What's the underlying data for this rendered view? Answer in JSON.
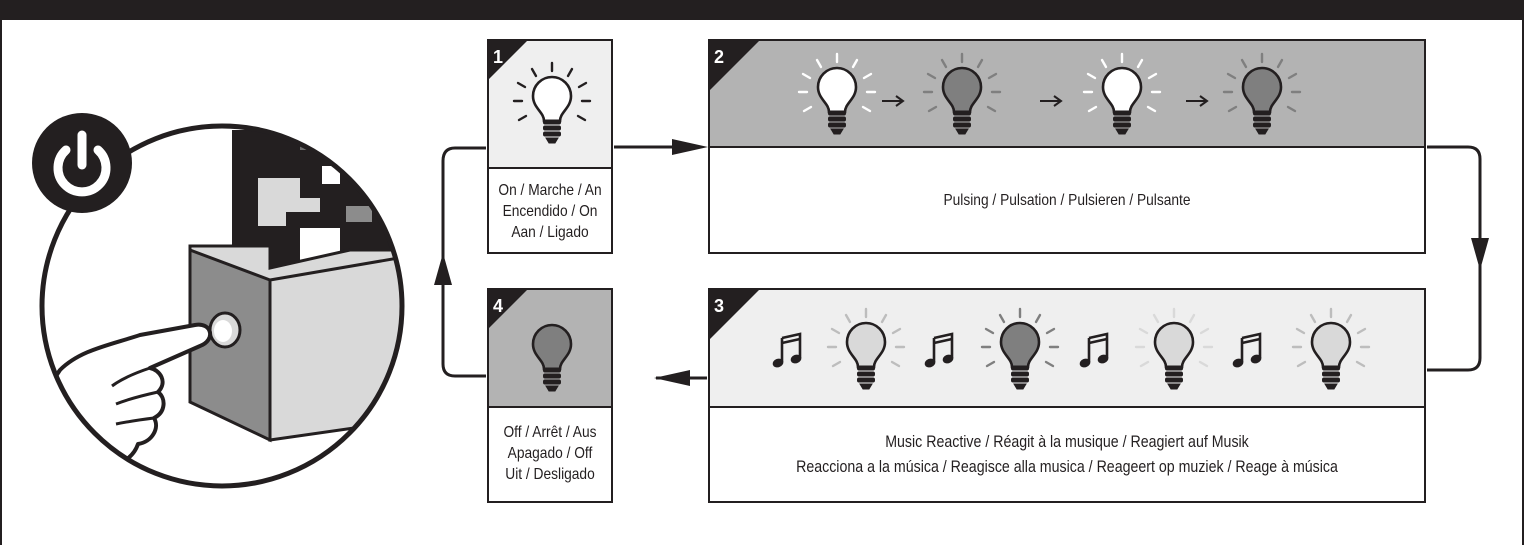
{
  "steps": [
    {
      "number": "1",
      "lines": [
        "On / Marche / An",
        "Encendido / On",
        "Aan / Ligado"
      ]
    },
    {
      "number": "2",
      "lines": [
        "Pulsing / Pulsation / Pulsieren / Pulsante"
      ]
    },
    {
      "number": "3",
      "lines": [
        "Music Reactive / Réagit à la musique / Reagiert auf Musik",
        "Reacciona a la música / Reagisce alla musica / Reageert op muziek /  Reage à música"
      ]
    },
    {
      "number": "4",
      "lines": [
        "Off / Arrêt / Aus",
        "Apagado / Off",
        "Uit / Desligado"
      ]
    }
  ],
  "colors": {
    "ink": "#231f20",
    "panel_light": "#efefef",
    "panel_dark": "#b3b3b3",
    "bulb_on": "#ffffff",
    "bulb_dim": "#d9d9d9",
    "bulb_off": "#7f7f7f"
  },
  "icons": [
    "power-icon",
    "hand-pointer-icon",
    "light-bulb-icon",
    "music-note-icon",
    "arrow-right-icon"
  ]
}
